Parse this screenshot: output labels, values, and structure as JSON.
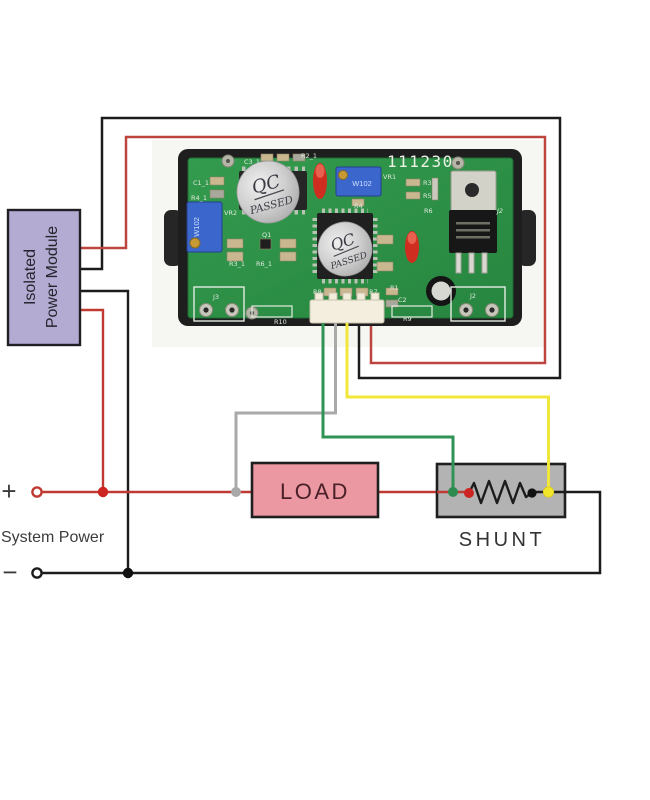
{
  "module": {
    "label_line1": "Isolated",
    "label_line2": "Power Module",
    "fill": "#b4abd3"
  },
  "load": {
    "label": "LOAD",
    "fill": "#eb98a2"
  },
  "shunt": {
    "label": "SHUNT",
    "fill": "#b3b3b3"
  },
  "system_power": {
    "label": "System Power",
    "plus": "+",
    "minus": "−"
  },
  "pcb": {
    "serial": "111230",
    "qc_sticker": {
      "top": "QC",
      "bottom": "PASSED"
    },
    "trimmer_label": "W102",
    "silkscreen": {
      "c3_1": "C3_1",
      "r2_1": "R2_1",
      "c1_1": "C1_1",
      "r4_1": "R4_1",
      "vr2": "VR2",
      "vr1": "VR1",
      "r3": "R3",
      "r5": "R5",
      "r4": "R4",
      "r6": "R6",
      "q1": "Q1",
      "r3_1": "R3_1",
      "r6_1": "R6_1",
      "r8": "R8",
      "r7": "R7",
      "r1": "R1",
      "c2": "C2",
      "r10": "R10",
      "r9": "R9",
      "j3": "J3",
      "j2": "J2",
      "j2_side": "J2"
    }
  },
  "wire_colors": {
    "red": "#c03a34",
    "black": "#1c1c1c",
    "gray": "#a9a9a9",
    "green": "#2f9355",
    "yellow": "#f0e73a"
  },
  "connector_wire_order": "green, gray, yellow, black, red"
}
